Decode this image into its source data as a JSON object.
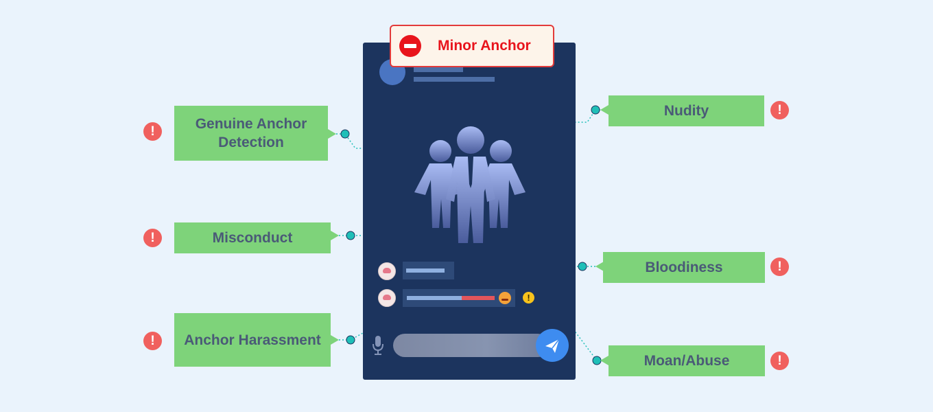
{
  "status_badge": {
    "text": "Minor Anchor",
    "icon": "no-entry-icon",
    "color": "#e8141c"
  },
  "labels": {
    "genuine": "Genuine Anchor Detection",
    "misconduct": "Misconduct",
    "harassment": "Anchor Harassment",
    "nudity": "Nudity",
    "bloodiness": "Bloodiness",
    "moan": "Moan/Abuse"
  },
  "alert_glyph": "!",
  "warning_glyph": "!",
  "colors": {
    "label_bg": "#7ed37a",
    "label_text": "#4a5a77",
    "alert": "#f0605e",
    "connector": "#1fbfb8",
    "phone_bg": "#1c345e",
    "send_button": "#3e8cf0"
  },
  "icons": [
    "people-group-icon",
    "microphone-icon",
    "send-icon",
    "angry-face-icon",
    "avatar-icon"
  ]
}
